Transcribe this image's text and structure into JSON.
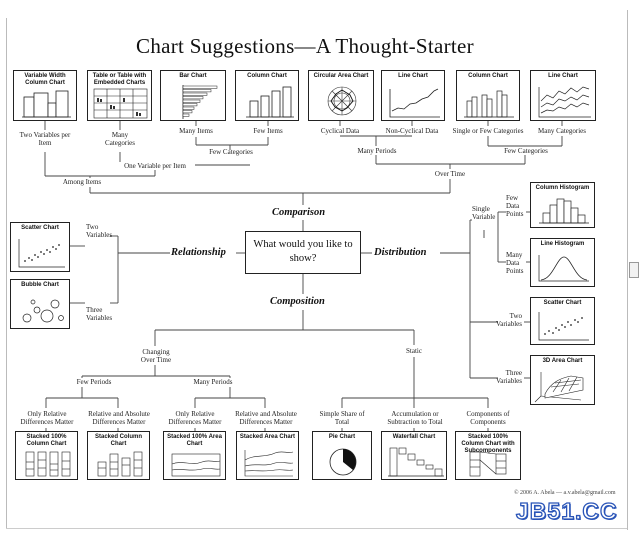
{
  "title": "Chart Suggestions—A Thought-Starter",
  "question": "What would you like to show?",
  "categories": {
    "comparison": "Comparison",
    "relationship": "Relationship",
    "distribution": "Distribution",
    "composition": "Composition"
  },
  "top_boxes": [
    "Variable Width Column Chart",
    "Table or Table with Embedded Charts",
    "Bar Chart",
    "Column Chart",
    "Circular Area Chart",
    "Line Chart",
    "Column Chart",
    "Line Chart"
  ],
  "top_labels": {
    "two_vars": "Two Variables per Item",
    "many_cat_left": "Many Categories",
    "many_items": "Many Items",
    "few_items": "Few Items",
    "cyclical": "Cyclical Data",
    "non_cyclical": "Non-Cyclical Data",
    "single_few": "Single or Few Categories",
    "many_cat_right": "Many Categories",
    "few_categories": "Few Categories",
    "one_var": "One Variable per Item",
    "many_periods": "Many Periods",
    "few_categories_2": "Few Categories",
    "among_items": "Among Items",
    "over_time": "Over Time"
  },
  "relationship": {
    "scatter": "Scatter Chart",
    "bubble": "Bubble Chart",
    "two_vars": "Two Variables",
    "three_vars": "Three Variables"
  },
  "distribution": {
    "single_var": "Single Variable",
    "few_points": "Few Data Points",
    "many_points": "Many Data Points",
    "two_vars": "Two Variables",
    "three_vars": "Three Variables",
    "col_hist": "Column Histogram",
    "line_hist": "Line Histogram",
    "scatter": "Scatter Chart",
    "area3d": "3D Area Chart"
  },
  "composition": {
    "changing": "Changing Over Time",
    "static": "Static",
    "few_periods": "Few Periods",
    "many_periods": "Many Periods",
    "only_rel_1": "Only Relative Differences Matter",
    "rel_abs_1": "Relative and Absolute Differences Matter",
    "only_rel_2": "Only Relative Differences Matter",
    "rel_abs_2": "Relative and Absolute Differences Matter",
    "simple_share": "Simple Share of Total",
    "accumulation": "Accumulation or Subtraction to Total",
    "components": "Components of Components",
    "boxes": [
      "Stacked 100% Column Chart",
      "Stacked Column Chart",
      "Stacked 100% Area Chart",
      "Stacked Area Chart",
      "Pie Chart",
      "Waterfall Chart",
      "Stacked 100% Column Chart with Subcomponents"
    ]
  },
  "footer": "© 2006 A. Abela — a.v.abela@gmail.com",
  "watermark": "JB51.CC"
}
